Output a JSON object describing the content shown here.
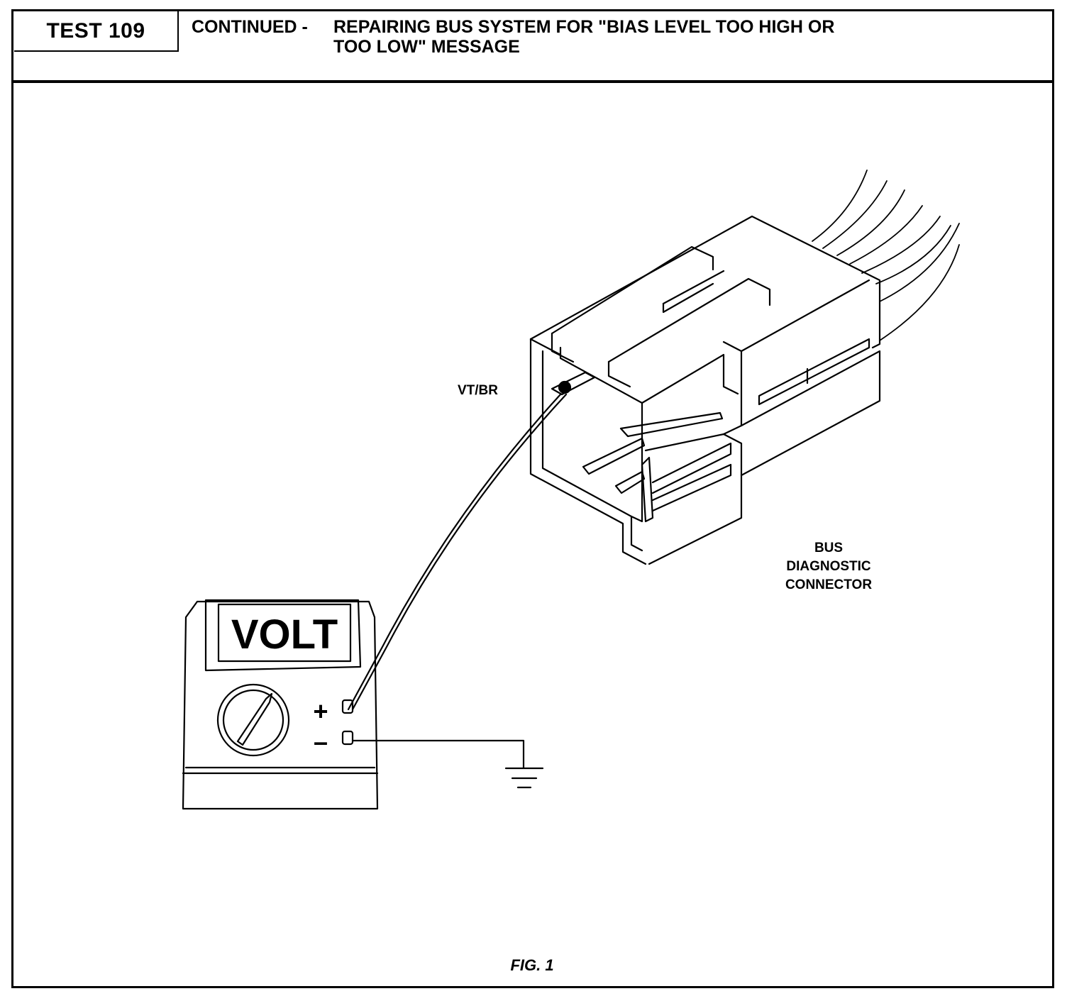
{
  "header": {
    "test_label": "TEST 109",
    "title_prefix": "CONTINUED -",
    "title_line1": "REPAIRING BUS SYSTEM FOR \"BIAS LEVEL TOO HIGH OR",
    "title_line2": "TOO LOW\" MESSAGE"
  },
  "diagram": {
    "pin_label": "VT/BR",
    "connector_label": [
      "BUS",
      "DIAGNOSTIC",
      "CONNECTOR"
    ],
    "meter_display": "VOLT",
    "plus_symbol": "+",
    "minus_symbol": "–",
    "figure_caption": "FIG. 1",
    "icons": [
      "voltmeter-icon",
      "ground-symbol-icon",
      "connector-icon"
    ]
  }
}
